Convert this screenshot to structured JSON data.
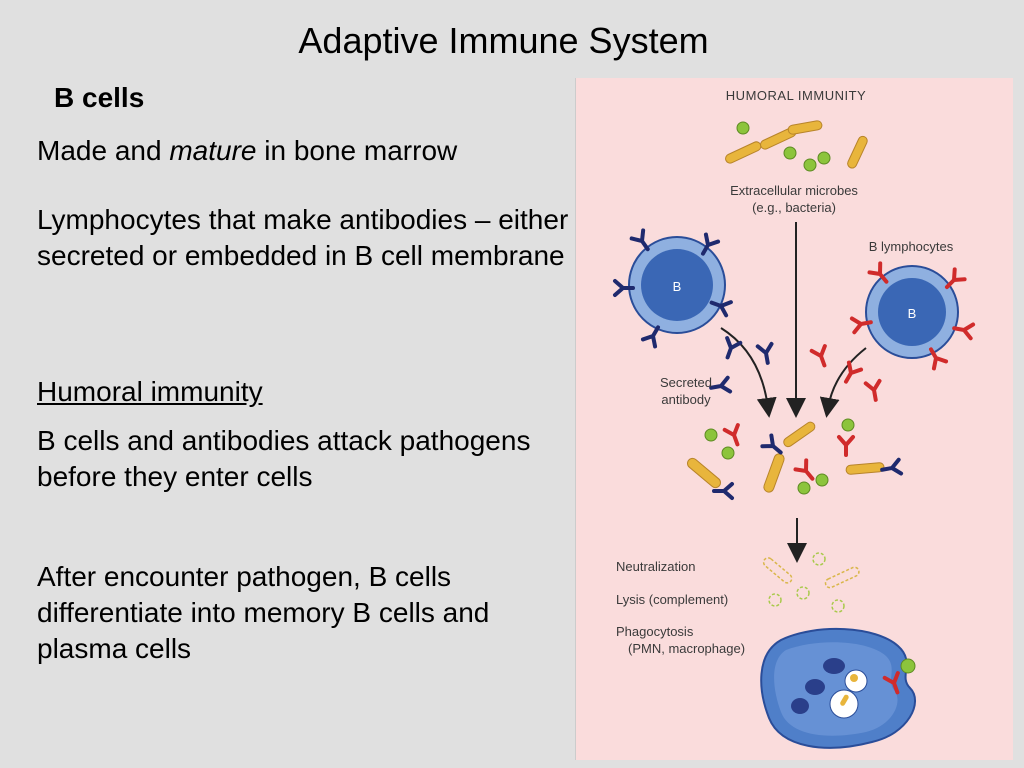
{
  "slide": {
    "title": "Adaptive Immune System",
    "subheading": "B cells",
    "paragraph1": {
      "before": "Made and ",
      "emphasis": "mature",
      "after": " in bone marrow"
    },
    "paragraph2": "Lymphocytes that make antibodies – either secreted or embedded in B cell membrane",
    "section_heading": "Humoral immunity",
    "paragraph3": "B cells and antibodies attack pathogens before they enter cells",
    "paragraph4": "After encounter pathogen, B cells differentiate into memory B cells and plasma cells"
  },
  "figure": {
    "heading": "HUMORAL IMMUNITY",
    "microbes_label_line1": "Extracellular microbes",
    "microbes_label_line2": "(e.g., bacteria)",
    "b_lymphocytes_label": "B lymphocytes",
    "b_cell_letter": "B",
    "secreted_antibody_line1": "Secreted",
    "secreted_antibody_line2": "antibody",
    "neutralization_label": "Neutralization",
    "lysis_label": "Lysis (complement)",
    "phagocytosis_line1": "Phagocytosis",
    "phagocytosis_line2": "(PMN, macrophage)",
    "colors": {
      "background": "#fadcdc",
      "b_cell_fill": "#3a67b5",
      "b_cell_ring": "#8fb0e0",
      "blue_antibody": "#1f2a6e",
      "red_antibody": "#d02b2b",
      "bacteria": "#e8b53c",
      "cocci": "#8cc43c",
      "macrophage": "#4f7fc9"
    }
  }
}
